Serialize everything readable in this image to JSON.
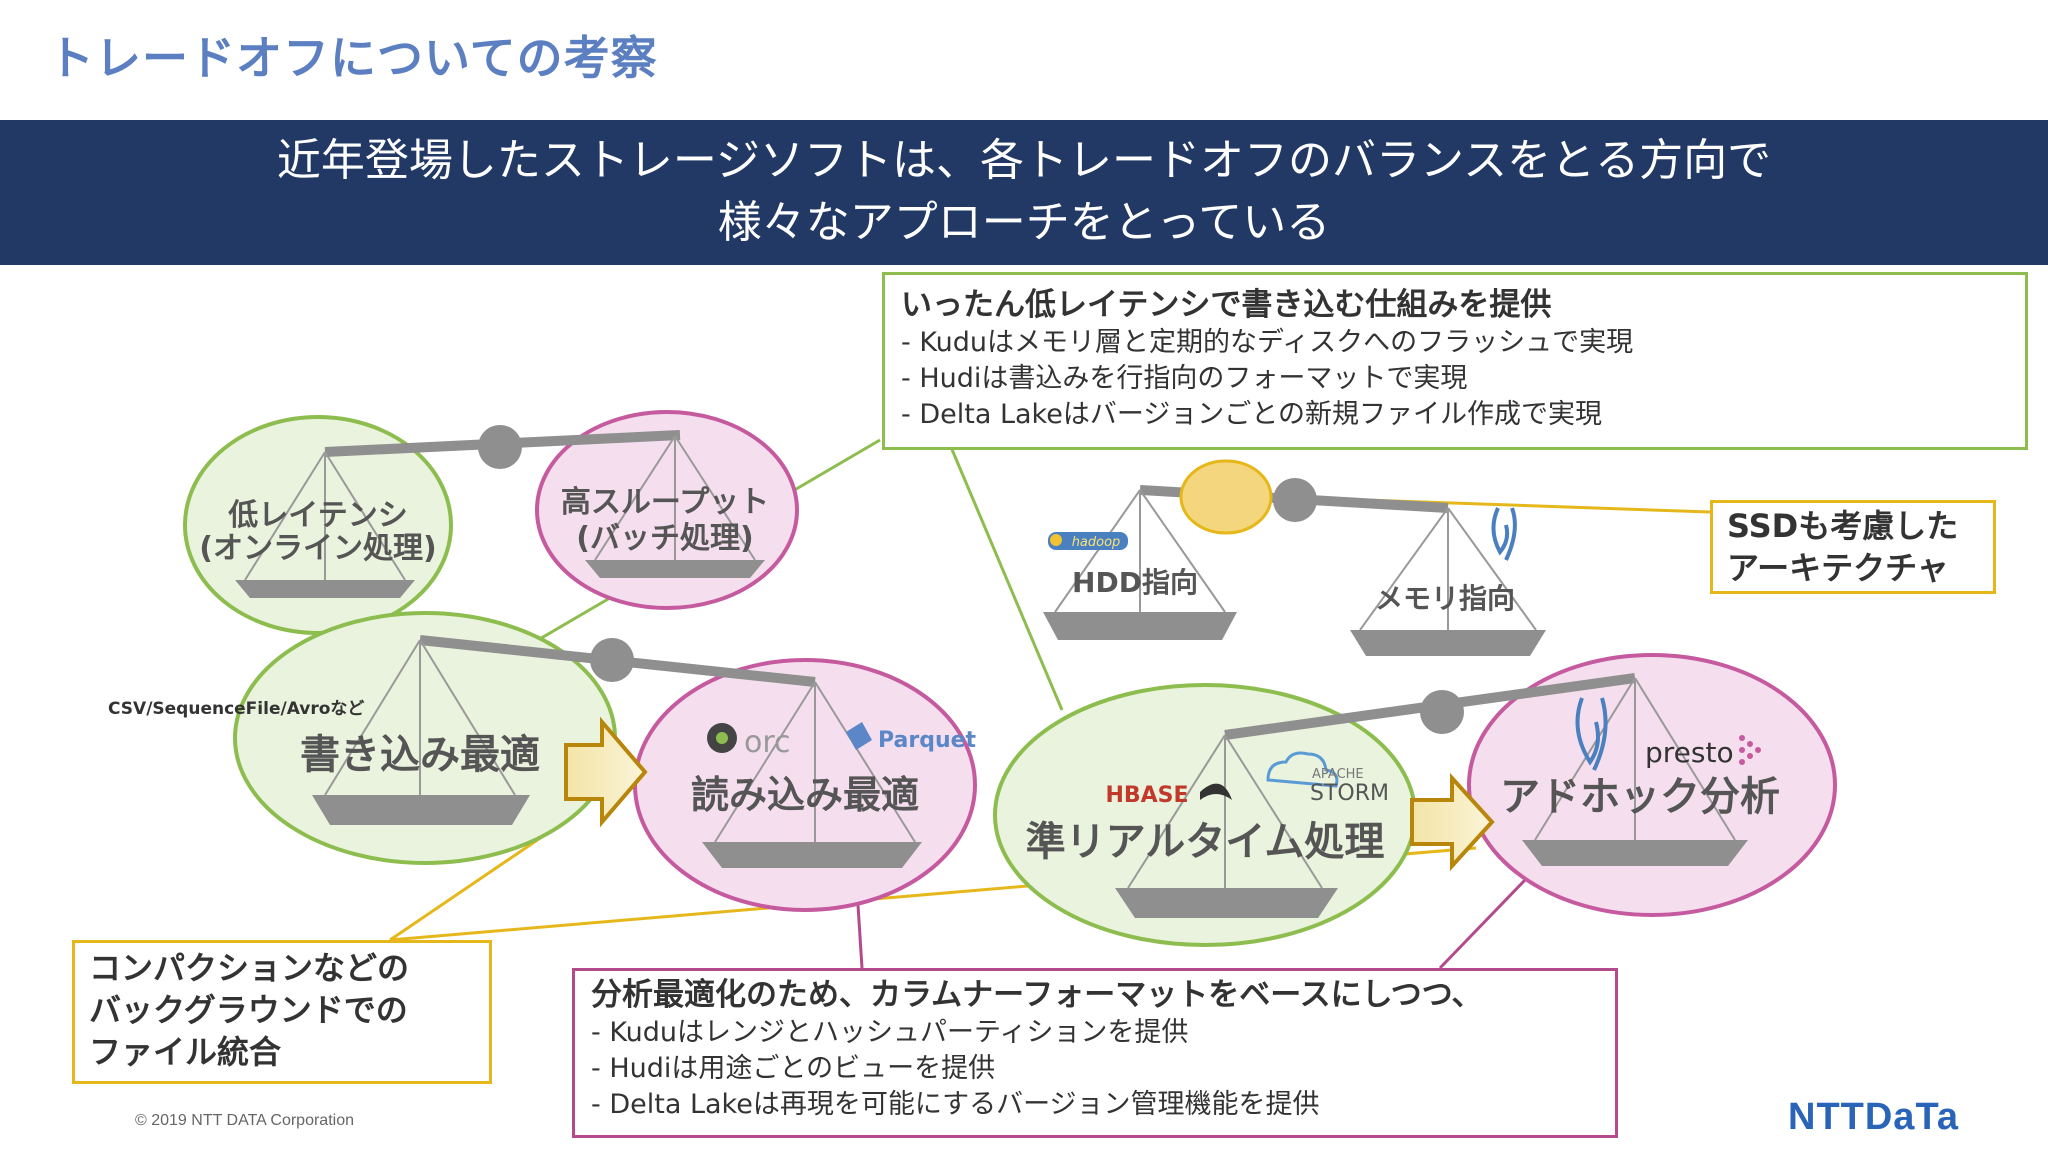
{
  "title": "トレードオフについての考察",
  "banner": {
    "line1": "近年登場したストレージソフトは、各トレードオフのバランスをとる方向で",
    "line2": "様々なアプローチをとっている"
  },
  "scales": {
    "top_left_low": "低レイテンシ",
    "top_left_low_sub": "(オンライン処理)",
    "top_left_high": "高スループット",
    "top_left_high_sub": "(バッチ処理)",
    "csv_note": "CSV/SequenceFile/Avroなど",
    "write_opt": "書き込み最適",
    "read_opt": "読み込み最適",
    "orc_logo": "orc",
    "parquet_logo": "Parquet",
    "hdd": "HDD指向",
    "memory": "メモリ指向",
    "hadoop_logo": "hadoop",
    "near_realtime": "準リアルタイム処理",
    "hbase_logo": "HBASE",
    "storm_logo_top": "APACHE",
    "storm_logo": "STORM",
    "adhoc": "アドホック分析",
    "presto_logo": "presto"
  },
  "box_top": {
    "head": "いったん低レイテンシで書き込む仕組みを提供",
    "lines": [
      "- Kuduはメモリ層と定期的なディスクへのフラッシュで実現",
      "- Hudiは書込みを行指向のフォーマットで実現",
      "- Delta Lakeはバージョンごとの新規ファイル作成で実現"
    ]
  },
  "box_ssd": {
    "line1": "SSDも考慮した",
    "line2": "アーキテクチャ"
  },
  "box_compaction": {
    "line1": "コンパクションなどの",
    "line2": "バックグラウンドでの",
    "line3": "ファイル統合"
  },
  "box_bottom": {
    "head": "分析最適化のため、カラムナーフォーマットをベースにしつつ、",
    "lines": [
      "- Kuduはレンジとハッシュパーティションを提供",
      "- Hudiは用途ごとのビューを提供",
      "- Delta Lakeは再現を可能にするバージョン管理機能を提供"
    ]
  },
  "footer": "© 2019 NTT DATA Corporation",
  "logo": "NTTDaTa",
  "colors": {
    "title": "#5b7fc0",
    "banner": "#223965",
    "green": "#8dbd4e",
    "magenta": "#c55a9f",
    "yellow": "#e6b71a",
    "scale_gray": "#8f8f8f"
  }
}
